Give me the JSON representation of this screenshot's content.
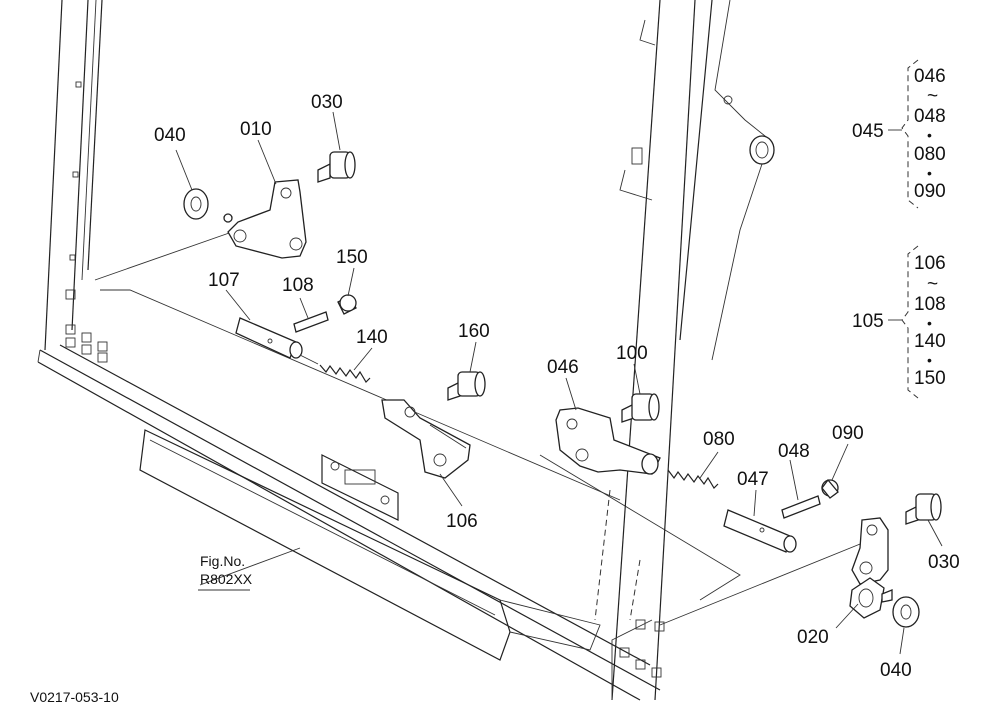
{
  "callouts": [
    {
      "id": "c030a",
      "text": "030"
    },
    {
      "id": "c040a",
      "text": "040"
    },
    {
      "id": "c010",
      "text": "010"
    },
    {
      "id": "c150",
      "text": "150"
    },
    {
      "id": "c107",
      "text": "107"
    },
    {
      "id": "c108",
      "text": "108"
    },
    {
      "id": "c140",
      "text": "140"
    },
    {
      "id": "c160",
      "text": "160"
    },
    {
      "id": "c106",
      "text": "106"
    },
    {
      "id": "c046",
      "text": "046"
    },
    {
      "id": "c100",
      "text": "100"
    },
    {
      "id": "c080",
      "text": "080"
    },
    {
      "id": "c090",
      "text": "090"
    },
    {
      "id": "c048",
      "text": "048"
    },
    {
      "id": "c047",
      "text": "047"
    },
    {
      "id": "c030b",
      "text": "030"
    },
    {
      "id": "c020",
      "text": "020"
    },
    {
      "id": "c040b",
      "text": "040"
    }
  ],
  "groups": [
    {
      "parent": "045",
      "items": [
        "046",
        "~",
        "048",
        "•",
        "080",
        "•",
        "090"
      ]
    },
    {
      "parent": "105",
      "items": [
        "106",
        "~",
        "108",
        "•",
        "140",
        "•",
        "150"
      ]
    }
  ],
  "fig_ref": {
    "line1": "Fig.No.",
    "line2": "R802XX"
  },
  "drawing_code": "V0217-053-10"
}
